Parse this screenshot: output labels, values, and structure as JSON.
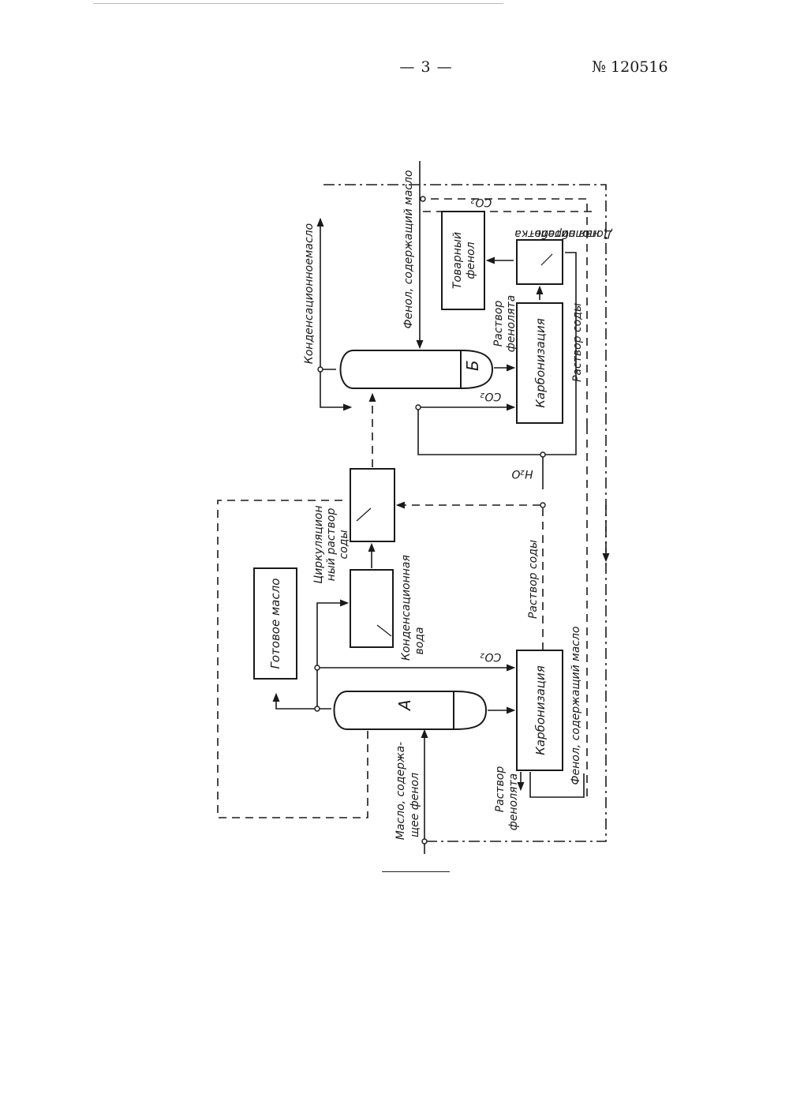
{
  "header": {
    "page_number": "— 3 —",
    "patent_number": "№ 120516"
  },
  "diagram": {
    "vessel_a_label": "А",
    "vessel_b_label": "Б",
    "labels": {
      "finished_oil": "Готовое масло",
      "condensation_water_1": "Конденсационная",
      "condensation_water_2": "вода",
      "circulating_solution_1": "Циркуляцион",
      "circulating_solution_2": "ный раствор",
      "circulating_solution_3": "соды",
      "carbonization_a": "Карбонизация",
      "carbonization_b": "Карбонизация",
      "co2_a": "CO₂",
      "co2_b": "CO₂",
      "co2_top": "CO₂",
      "h2o": "H₂O",
      "soda_solution_mid": "Раствор соды",
      "soda_solution_b": "Раствор соды",
      "phenol_oil_bottom": "Фенол, содержащий масло",
      "phenol_oil_top": "Фенол, содержащий масло",
      "phenolate_a_1": "Раствор",
      "phenolate_a_2": "фенолята",
      "phenolate_b_1": "Раствор",
      "phenolate_b_2": "фенолята",
      "condensation_oil": "Конденсационноемасло",
      "product_phenol_1": "Товарный",
      "product_phenol_2": "фенол",
      "extra_treatment_1": "Дополнитель-",
      "extra_treatment_2": "ная обработка",
      "oil_feed_1": "Масло, содержа-",
      "oil_feed_2": "щее фенол"
    }
  }
}
